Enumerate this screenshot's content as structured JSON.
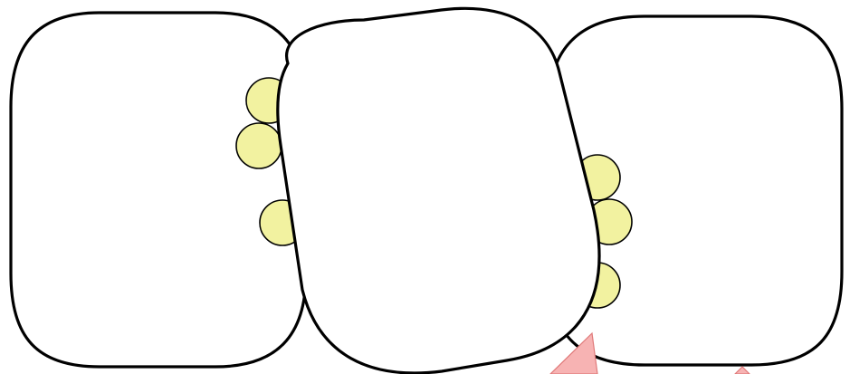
{
  "diagram": {
    "panels": [
      {
        "name": "left-rounded-panel"
      },
      {
        "name": "center-tilted-panel"
      },
      {
        "name": "right-rounded-panel"
      }
    ],
    "connectors": {
      "left_junction_count": 3,
      "right_junction_count": 3
    },
    "colors": {
      "panel_fill": "#ffffff",
      "panel_stroke": "#000000",
      "connector_fill": "#f2f2a0",
      "pointer_fill": "#f7b3b3",
      "pointer_stroke": "#e07a7a"
    }
  }
}
